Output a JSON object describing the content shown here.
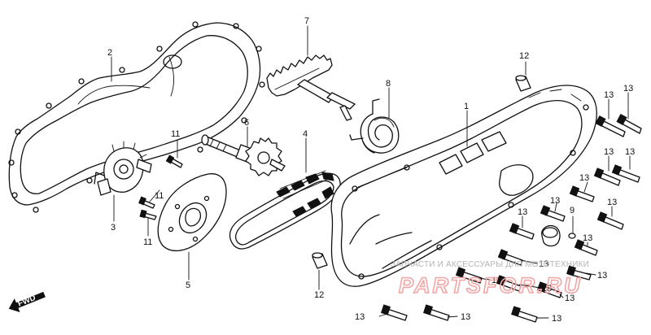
{
  "labels": {
    "p1": "1",
    "p2": "2",
    "p3": "3",
    "p4": "4",
    "p5": "5",
    "p6": "6",
    "p7": "7",
    "p8": "8",
    "p9": "9",
    "p11a": "11",
    "p11b": "11",
    "p11c": "11",
    "p12a": "12",
    "p12b": "12",
    "p13": [
      "13",
      "13",
      "13",
      "13",
      "13",
      "13",
      "13",
      "13",
      "13",
      "13",
      "13",
      "13",
      "13",
      "13",
      "13",
      "13",
      "13"
    ]
  },
  "fwd_label": "FWD",
  "watermark": {
    "caption": "ЗАПЧАСТИ И АКСЕССУАРЫ ДЛЯ МОТОТЕХНИКИ",
    "brand": "PARTSFOR.RU"
  }
}
